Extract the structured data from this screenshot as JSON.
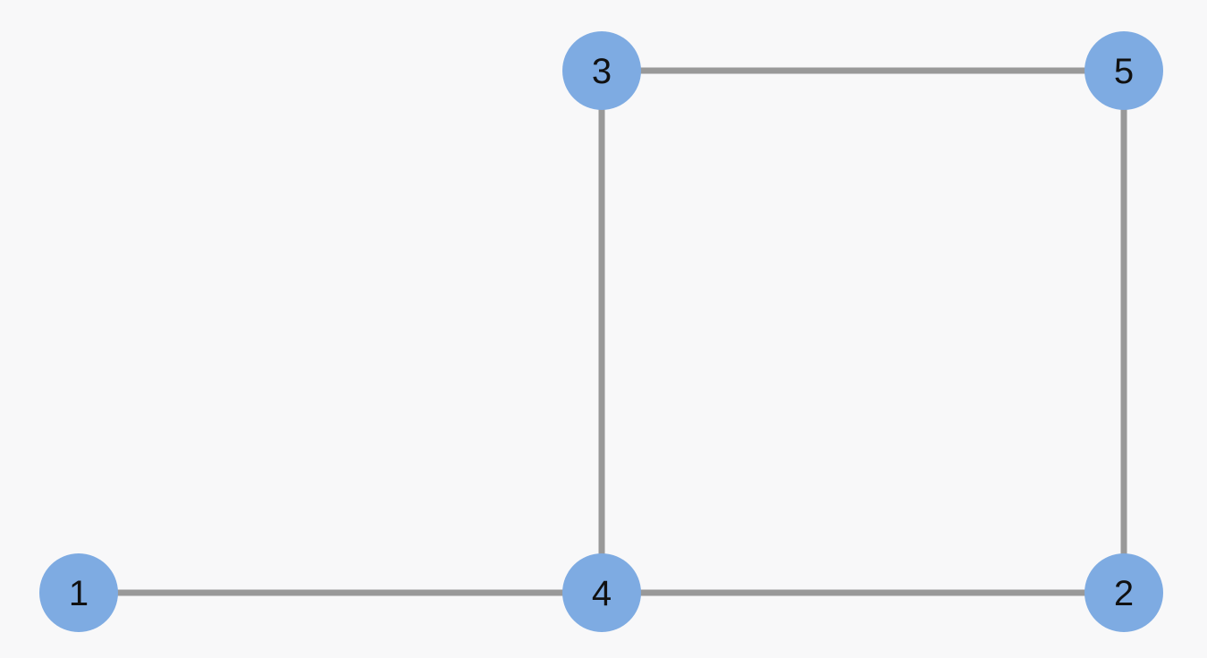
{
  "diagram": {
    "type": "undirected-graph",
    "node_color": "#7eabe2",
    "edge_color": "#999999",
    "background": "#f8f8f9",
    "nodes": [
      {
        "id": "1",
        "label": "1"
      },
      {
        "id": "2",
        "label": "2"
      },
      {
        "id": "3",
        "label": "3"
      },
      {
        "id": "4",
        "label": "4"
      },
      {
        "id": "5",
        "label": "5"
      }
    ],
    "edges": [
      {
        "source": "3",
        "target": "5"
      },
      {
        "source": "3",
        "target": "4"
      },
      {
        "source": "5",
        "target": "2"
      },
      {
        "source": "1",
        "target": "4"
      },
      {
        "source": "4",
        "target": "2"
      }
    ]
  }
}
